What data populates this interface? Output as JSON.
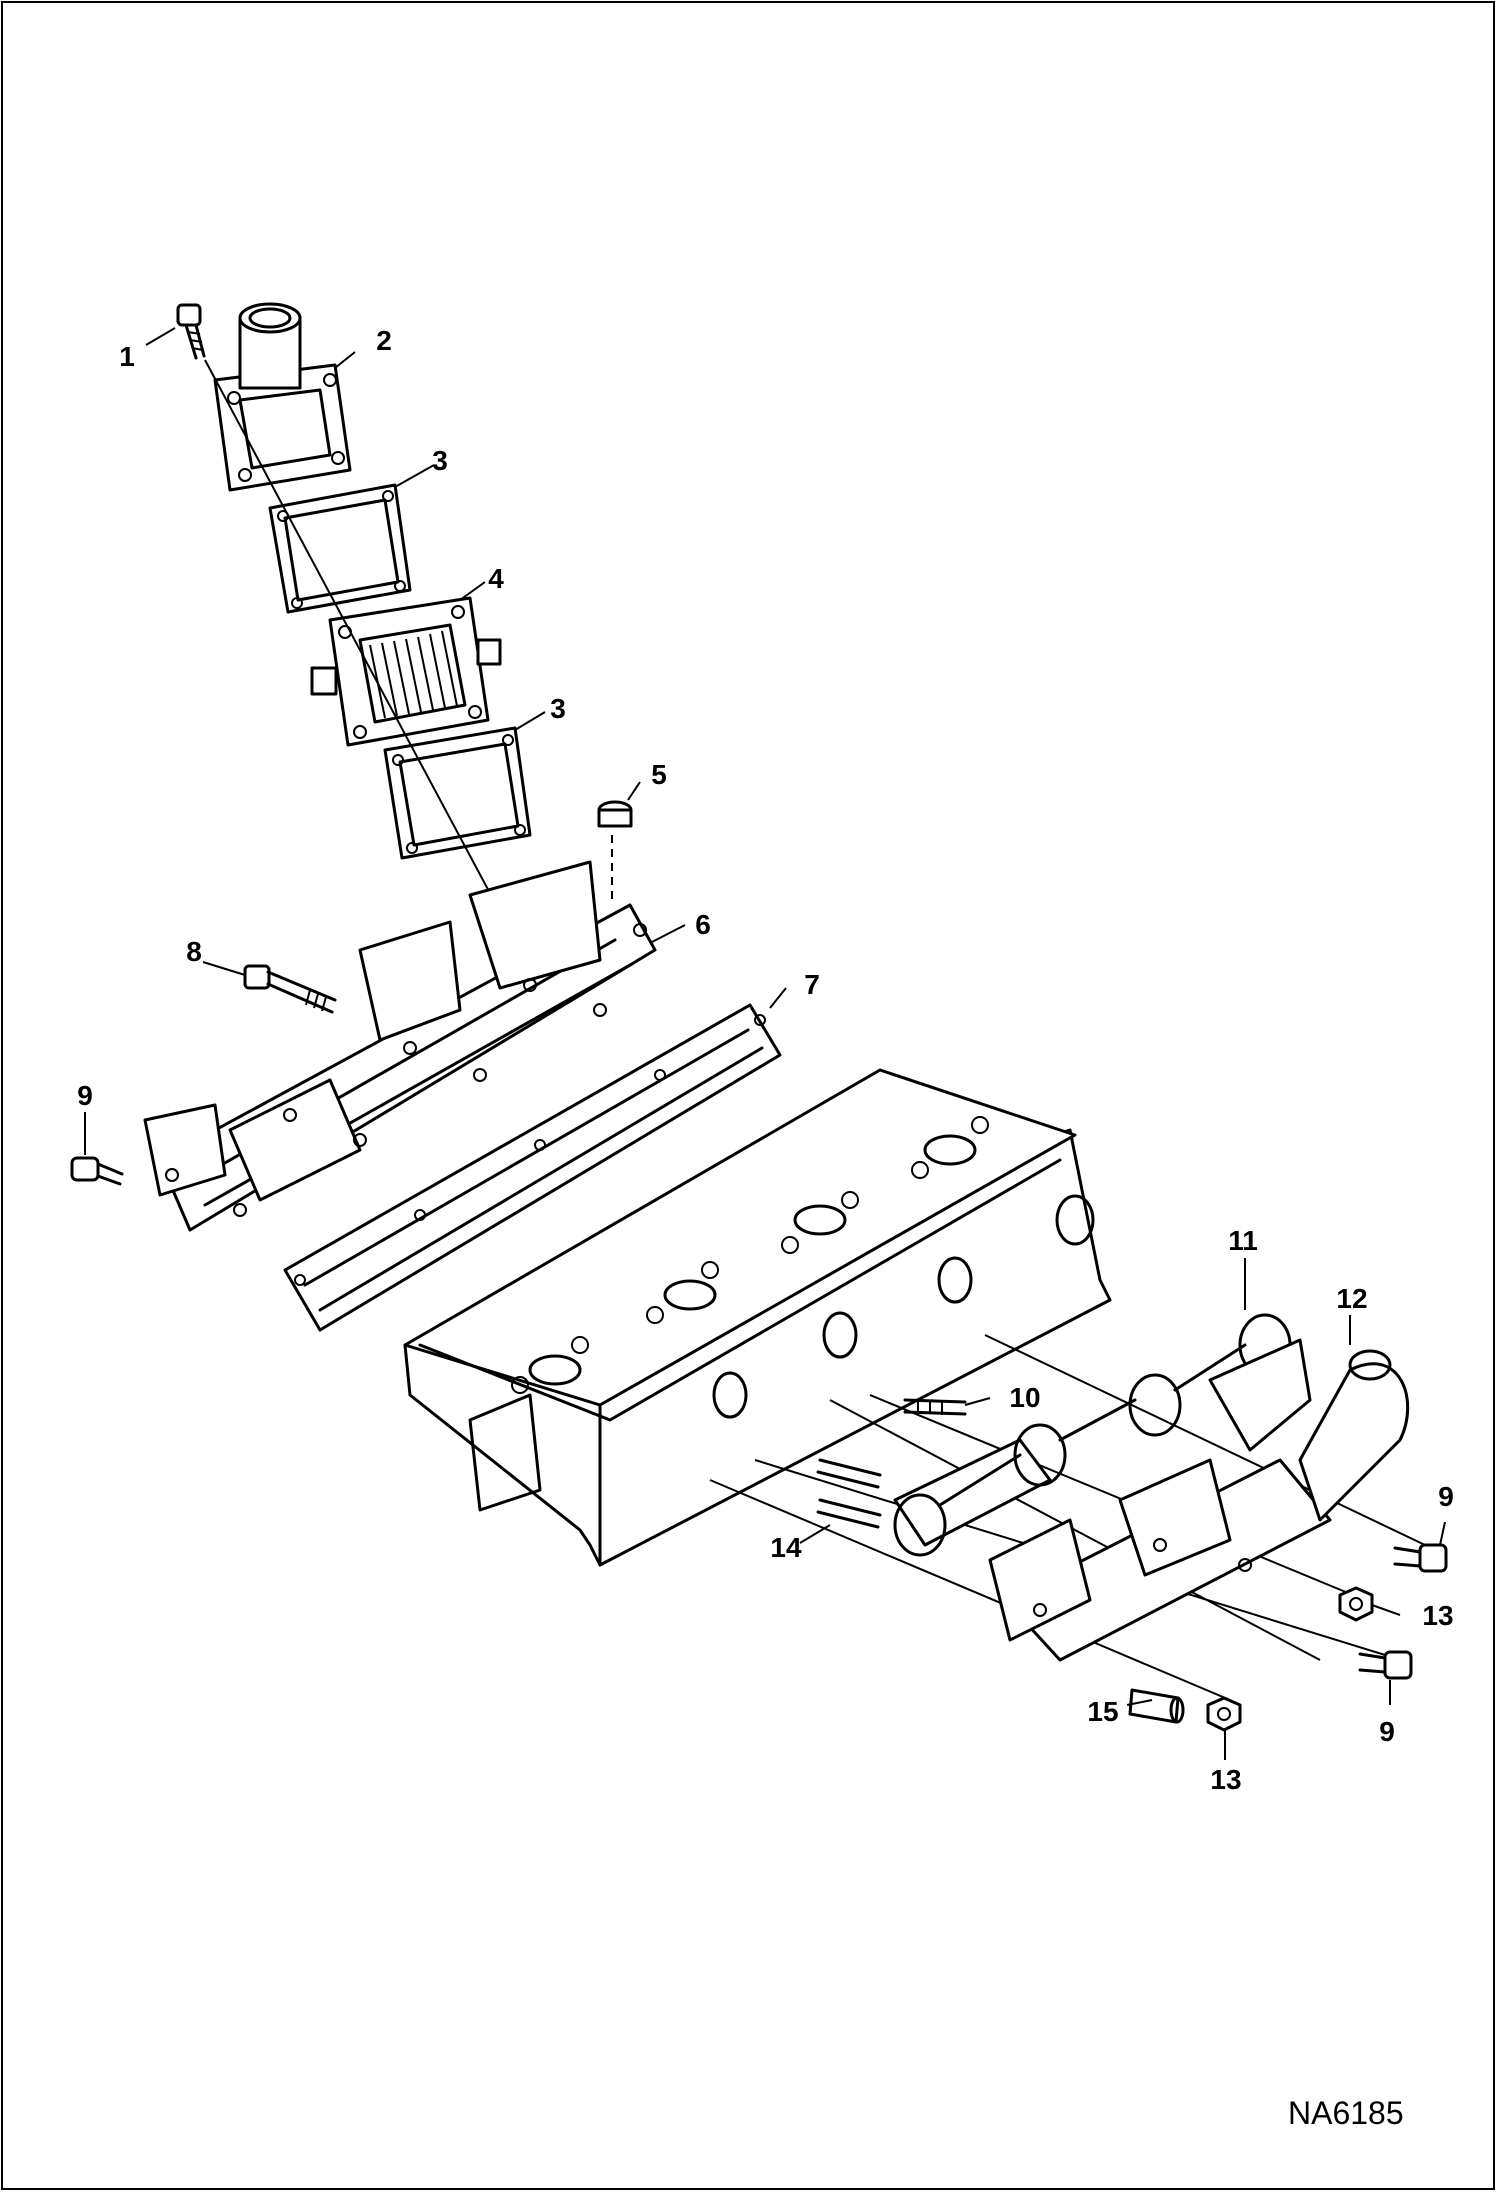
{
  "figure_id": "NA6185",
  "callouts": [
    {
      "id": "c1",
      "label": "1"
    },
    {
      "id": "c2",
      "label": "2"
    },
    {
      "id": "c3a",
      "label": "3"
    },
    {
      "id": "c4",
      "label": "4"
    },
    {
      "id": "c3b",
      "label": "3"
    },
    {
      "id": "c5",
      "label": "5"
    },
    {
      "id": "c6",
      "label": "6"
    },
    {
      "id": "c7",
      "label": "7"
    },
    {
      "id": "c8",
      "label": "8"
    },
    {
      "id": "c9a",
      "label": "9"
    },
    {
      "id": "c11",
      "label": "11"
    },
    {
      "id": "c12",
      "label": "12"
    },
    {
      "id": "c10",
      "label": "10"
    },
    {
      "id": "c9b",
      "label": "9"
    },
    {
      "id": "c14",
      "label": "14"
    },
    {
      "id": "c13a",
      "label": "13"
    },
    {
      "id": "c9c",
      "label": "9"
    },
    {
      "id": "c15",
      "label": "15"
    },
    {
      "id": "c13b",
      "label": "13"
    }
  ]
}
